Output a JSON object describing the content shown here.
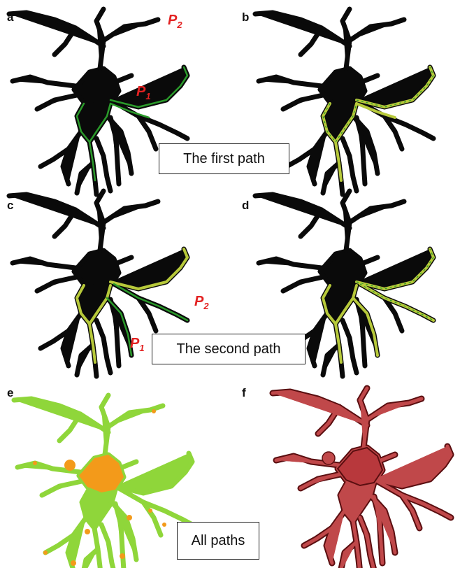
{
  "panels": [
    {
      "label": "a",
      "style": "black",
      "path_color": "#2a9a2a",
      "paths": [
        "p2",
        "loop"
      ]
    },
    {
      "label": "b",
      "style": "black",
      "path_color": "#b7c93a",
      "paths": [
        "p2",
        "loop"
      ]
    },
    {
      "label": "c",
      "style": "black",
      "path_color": "#b7c93a",
      "paths": [
        "p2",
        "loop"
      ],
      "second_color": "#2a9a2a",
      "second_paths": [
        "pb",
        "pc"
      ]
    },
    {
      "label": "d",
      "style": "black",
      "path_color": "#b7c93a",
      "paths": [
        "p2",
        "loop",
        "pb",
        "pc"
      ]
    },
    {
      "label": "e",
      "style": "green"
    },
    {
      "label": "f",
      "style": "red"
    }
  ],
  "captions": {
    "first": "The first path",
    "second": "The second path",
    "all": "All paths"
  },
  "points": {
    "a_p2": {
      "letter": "P",
      "sub": "2"
    },
    "a_p1": {
      "letter": "P",
      "sub": "1"
    },
    "c_p2": {
      "letter": "P",
      "sub": "2"
    },
    "c_p1": {
      "letter": "P",
      "sub": "1"
    }
  },
  "colors": {
    "neuron_black": "#0a0a0a",
    "path_green": "#2a9a2a",
    "path_yellow": "#b7c93a",
    "soma_orange": "#f39a1a",
    "dendrite_lightgreen": "#8fd63a",
    "red_fill": "#c0484a",
    "red_edge": "#5a0e10",
    "point_label_red": "#e32222"
  }
}
